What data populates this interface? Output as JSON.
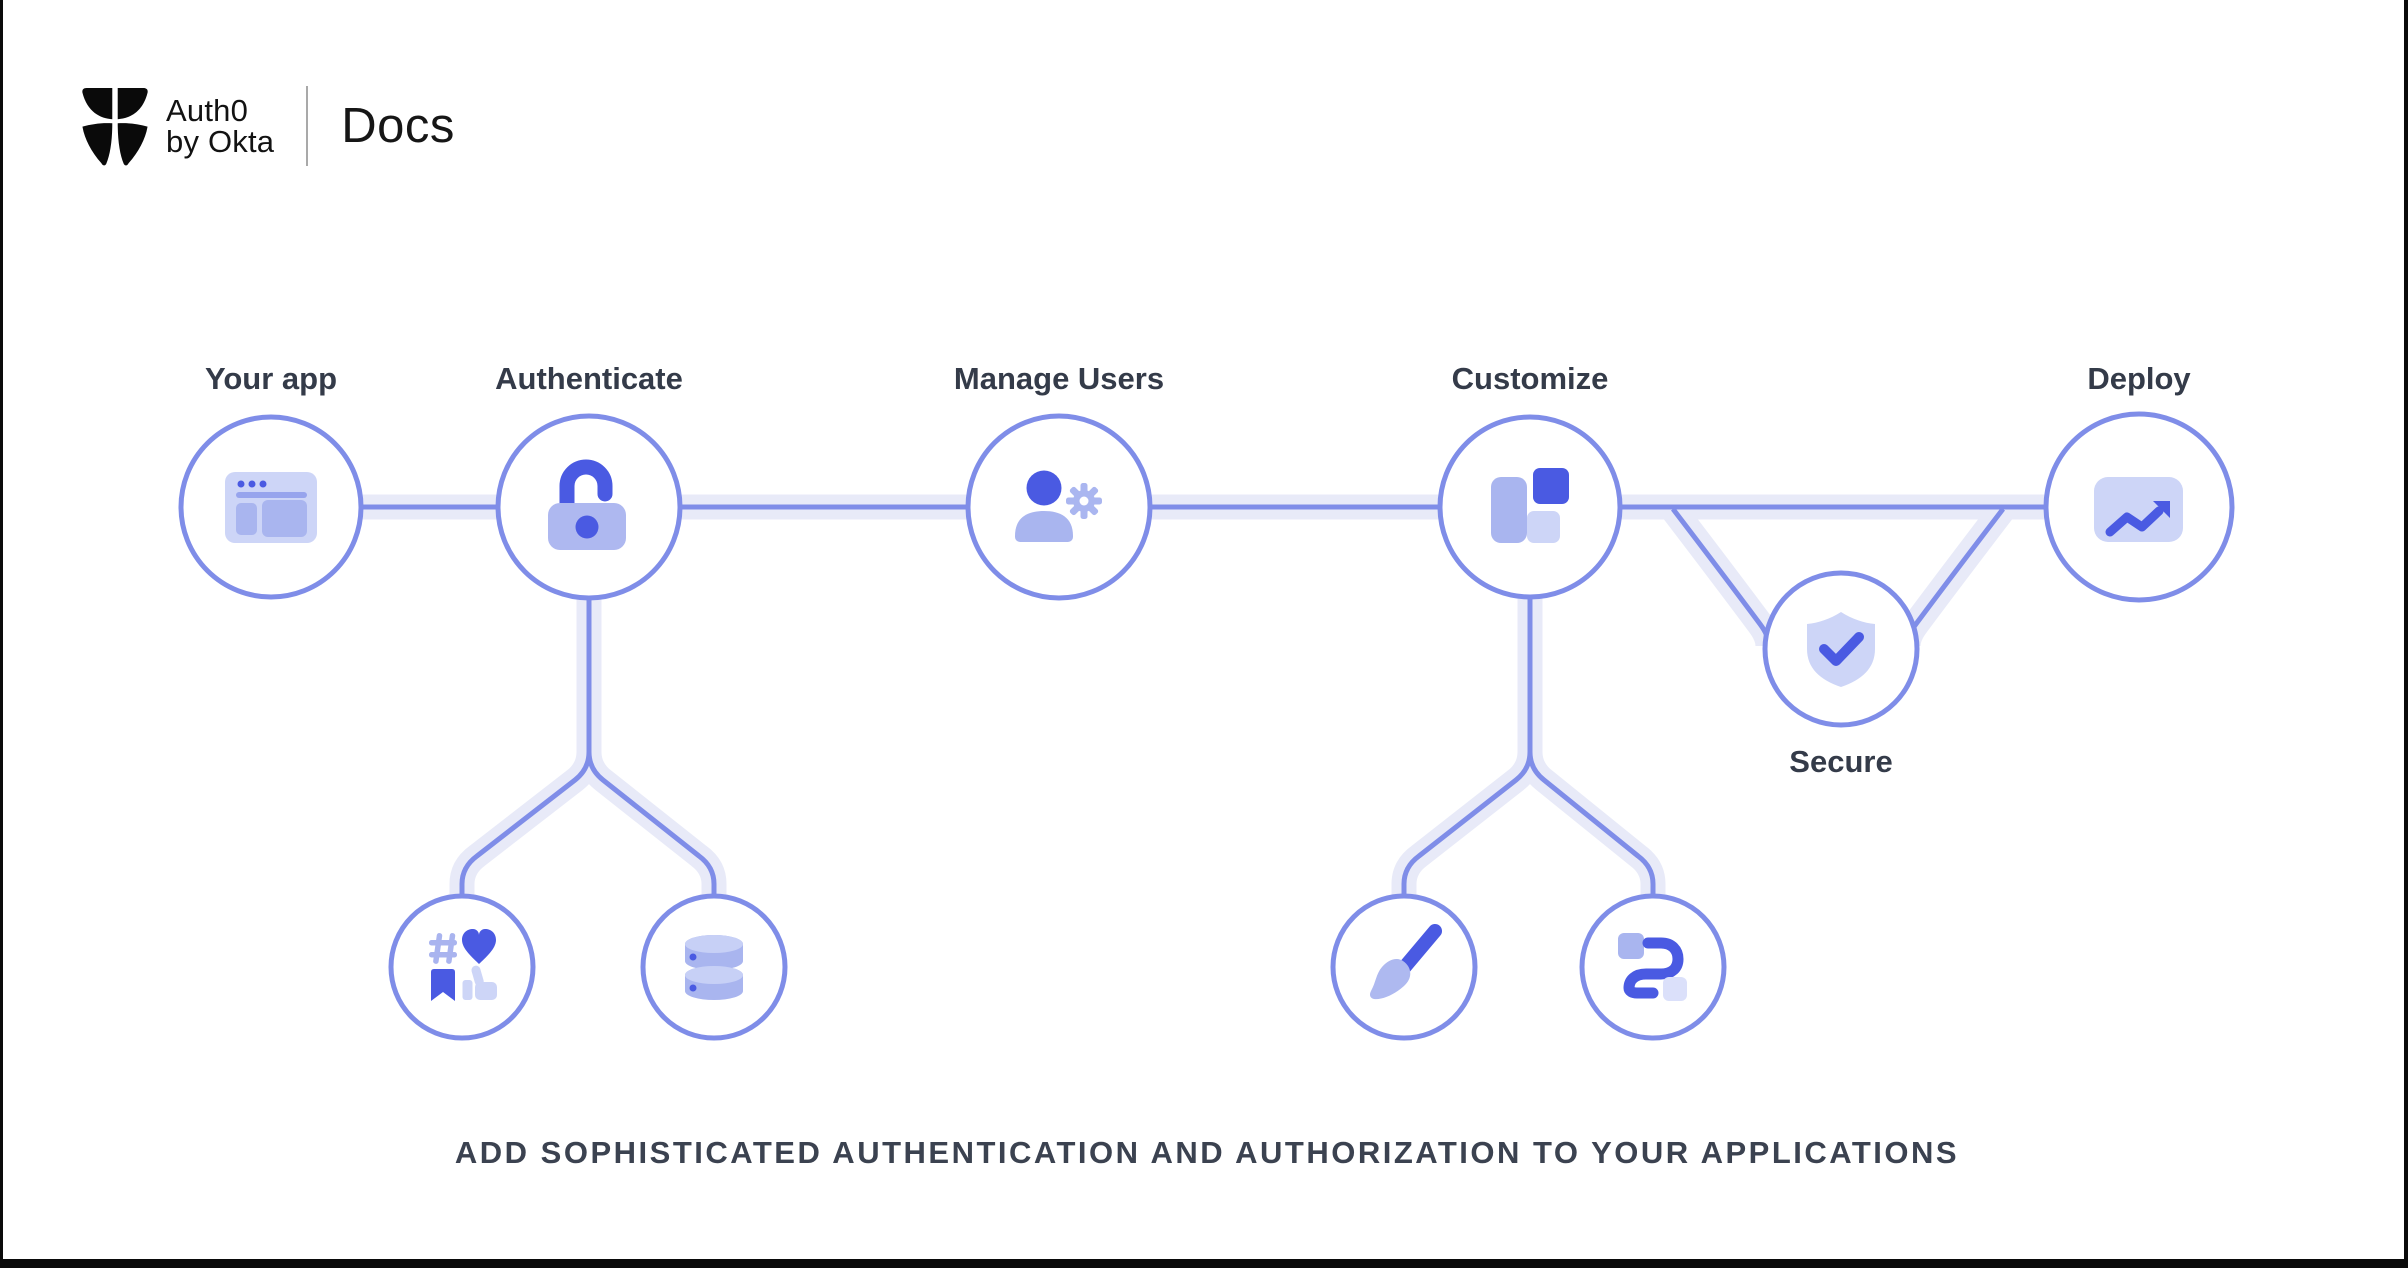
{
  "header": {
    "logo": {
      "brand_line1": "Auth0",
      "brand_line2": "by Okta",
      "product": "Docs"
    }
  },
  "diagram": {
    "main_nodes": [
      {
        "id": "your-app",
        "label": "Your app",
        "icon": "browser-window-icon"
      },
      {
        "id": "authenticate",
        "label": "Authenticate",
        "icon": "unlock-padlock-icon"
      },
      {
        "id": "manage-users",
        "label": "Manage Users",
        "icon": "user-gear-icon"
      },
      {
        "id": "customize",
        "label": "Customize",
        "icon": "layout-blocks-icon"
      },
      {
        "id": "secure",
        "label": "Secure",
        "icon": "shield-check-icon"
      },
      {
        "id": "deploy",
        "label": "Deploy",
        "icon": "trending-up-icon"
      }
    ],
    "sub_nodes": [
      {
        "parent": "authenticate",
        "icon": "social-login-icon"
      },
      {
        "parent": "authenticate",
        "icon": "database-icon"
      },
      {
        "parent": "customize",
        "icon": "paintbrush-icon"
      },
      {
        "parent": "customize",
        "icon": "flow-route-icon"
      }
    ]
  },
  "footer": {
    "headline": "ADD SOPHISTICATED AUTHENTICATION AND AUTHORIZATION TO YOUR APPLICATIONS"
  },
  "colors": {
    "accent_dark": "#4a5ae2",
    "accent_mid": "#a9b5ef",
    "accent_light": "#cdd5f7",
    "line_blue": "#7f8de8",
    "line_glow": "#e8eaf8",
    "label_text": "#343b49",
    "frame_black": "#0a0a0a"
  }
}
